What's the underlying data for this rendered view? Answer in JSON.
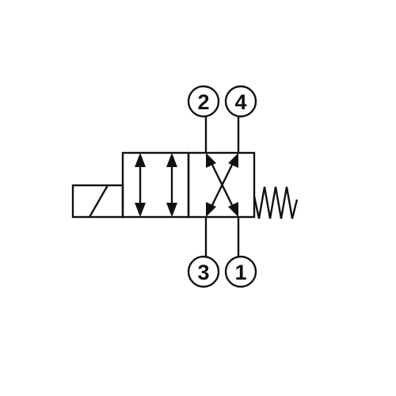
{
  "colors": {
    "stroke": "#111111",
    "background": "#ffffff"
  },
  "ports": {
    "top_left": "2",
    "top_right": "4",
    "bottom_left": "3",
    "bottom_right": "1"
  }
}
